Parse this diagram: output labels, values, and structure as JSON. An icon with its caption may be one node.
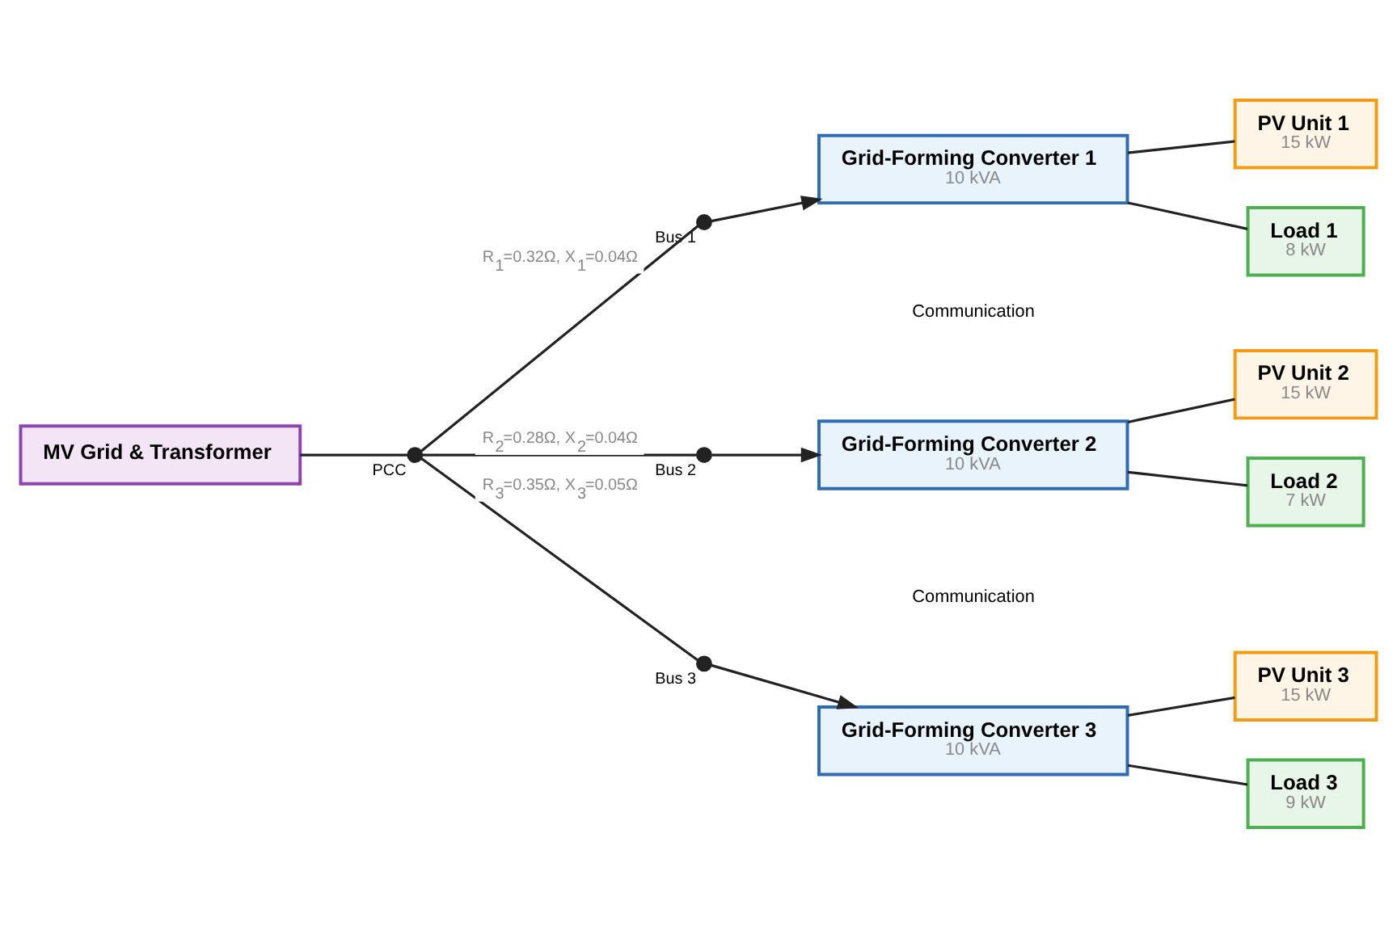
{
  "diagram": {
    "nodes": [
      {
        "text": [
          "MV Grid & Transformer"
        ]
      },
      {
        "text": [],
        "shape": "circle",
        "beside": [
          "PCC"
        ]
      },
      {
        "text": [],
        "shape": "circle",
        "beside": [
          "Bus 1"
        ]
      },
      {
        "text": [],
        "shape": "circle",
        "beside": [
          "Bus 2"
        ]
      },
      {
        "text": [],
        "shape": "circle",
        "beside": [
          "Bus 3"
        ]
      },
      {
        "text": [
          "Grid-Forming Converter 1",
          "10 kVA"
        ]
      },
      {
        "text": [
          "Grid-Forming Converter 2",
          "10 kVA"
        ]
      },
      {
        "text": [
          "Grid-Forming Converter 3",
          "10 kVA"
        ]
      },
      {
        "text": [
          "PV Unit 1",
          "15 kW"
        ]
      },
      {
        "text": [
          "Load 1",
          "8 kW"
        ]
      },
      {
        "text": [
          "PV Unit 2",
          "15 kW"
        ]
      },
      {
        "text": [
          "Load 2",
          "7 kW"
        ]
      },
      {
        "text": [
          "PV Unit 3",
          "15 kW"
        ]
      },
      {
        "text": [
          "Load 3",
          "9 kW"
        ]
      }
    ],
    "edges": [
      {
        "from": 0,
        "to": 1,
        "arrow": "none"
      },
      {
        "from": 1,
        "to": 2,
        "arrow": "none",
        "label": "R$_{1}$=0.32Ω, X$_{1}$=0.04Ω"
      },
      {
        "from": 1,
        "to": 3,
        "arrow": "none",
        "label": "R$_{2}$=0.28Ω, X$_{2}$=0.04Ω"
      },
      {
        "from": 1,
        "to": 4,
        "arrow": "none",
        "label": "R$_{3}$=0.35Ω, X$_{3}$=0.05Ω"
      },
      {
        "from": 2,
        "to": 5,
        "arrow": "to"
      },
      {
        "from": 3,
        "to": 6,
        "arrow": "to"
      },
      {
        "from": 4,
        "to": 7,
        "arrow": "to"
      },
      {
        "from": 5,
        "to": 8,
        "arrow": "none"
      },
      {
        "from": 5,
        "to": 9,
        "arrow": "none"
      },
      {
        "from": 6,
        "to": 10,
        "arrow": "none"
      },
      {
        "from": 6,
        "to": 11,
        "arrow": "none"
      },
      {
        "from": 7,
        "to": 12,
        "arrow": "none"
      },
      {
        "from": 7,
        "to": 13,
        "arrow": "none"
      }
    ],
    "labels": [
      "Communication",
      "Communication"
    ]
  }
}
